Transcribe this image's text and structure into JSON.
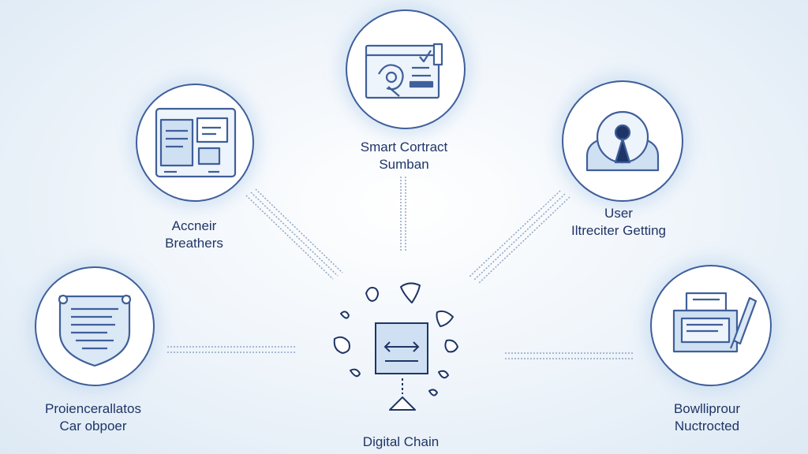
{
  "diagram": {
    "hub": {
      "label": "Digital Chain"
    },
    "nodes": [
      {
        "id": "smart-contract",
        "icon": "contract-screen-icon",
        "label_lines": [
          "Smart Cortract",
          "Sumban"
        ]
      },
      {
        "id": "access",
        "icon": "documents-panel-icon",
        "label_lines": [
          "Accneir",
          "Breathers"
        ]
      },
      {
        "id": "user",
        "icon": "user-profile-icon",
        "label_lines": [
          "User",
          "Iltreciter Getting"
        ]
      },
      {
        "id": "protection",
        "icon": "shield-document-icon",
        "label_lines": [
          "Proiencerallatos",
          "Car obpoer"
        ]
      },
      {
        "id": "output",
        "icon": "printer-pen-icon",
        "label_lines": [
          "Bowlliprour",
          "Nuctrocted"
        ]
      }
    ],
    "colors": {
      "stroke": "#3f5f9a",
      "fill_light": "#cfe0f2",
      "text": "#1f3566",
      "link": "#8fa6c4"
    }
  }
}
